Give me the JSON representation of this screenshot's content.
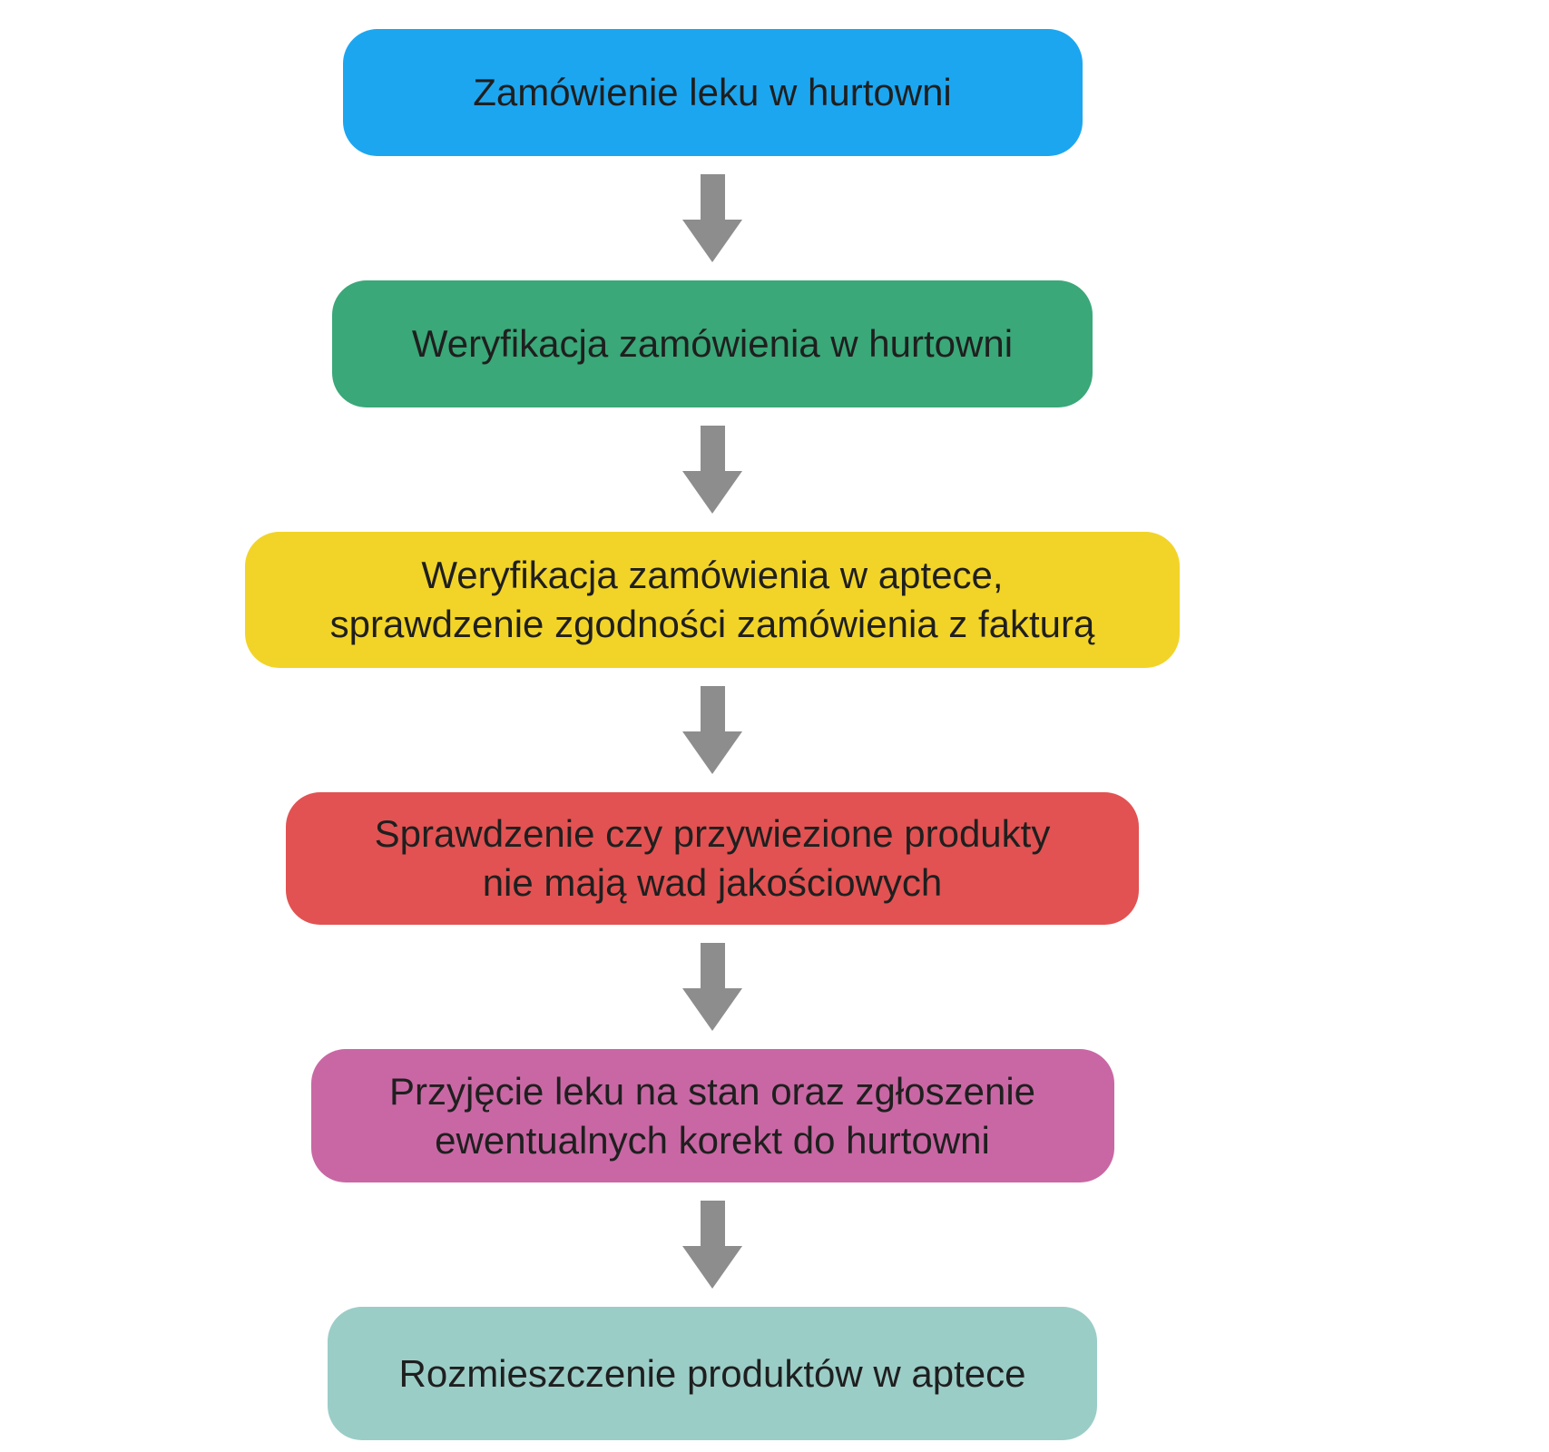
{
  "flow": {
    "background": "#FFFFFF",
    "text_color": "#1F1F1F",
    "arrow_color": "#8D8D8D",
    "arrow_icon": "down-arrow-icon",
    "steps": [
      {
        "color": "#1CA6F0",
        "lines": [
          "Zamówienie leku w hurtowni"
        ]
      },
      {
        "color": "#3AA878",
        "lines": [
          "Weryfikacja zamówienia w hurtowni"
        ]
      },
      {
        "color": "#F2D428",
        "lines": [
          "Weryfikacja zamówienia w aptece,",
          "sprawdzenie zgodności zamówienia z fakturą"
        ]
      },
      {
        "color": "#E25252",
        "lines": [
          "Sprawdzenie czy przywiezione produkty",
          "nie mają wad jakościowych"
        ]
      },
      {
        "color": "#C967A4",
        "lines": [
          "Przyjęcie leku na stan oraz zgłoszenie",
          "ewentualnych korekt do hurtowni"
        ]
      },
      {
        "color": "#9BCDC7",
        "lines": [
          "Rozmieszczenie produktów w aptece"
        ]
      }
    ]
  }
}
